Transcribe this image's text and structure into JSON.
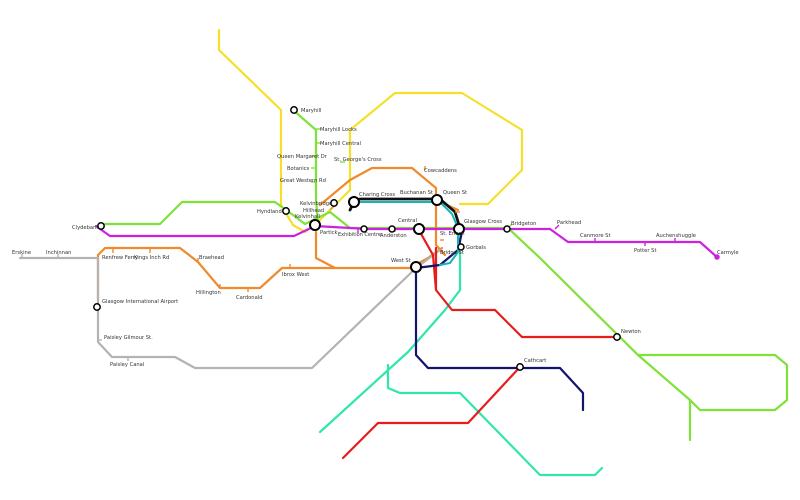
{
  "line_colors": {
    "yellow": "#f4e02a",
    "green": "#7ee23a",
    "orange": "#f08a2c",
    "magenta": "#cc22e0",
    "grey": "#b3b3b3",
    "cyan": "#2ee7a8",
    "red": "#e81c1c",
    "navy": "#12156b",
    "black": "#111111",
    "teal": "#16b3b8"
  },
  "stations": {
    "maryhill": "Maryhill",
    "maryhill_locks": "Maryhill Locks",
    "maryhill_central": "Maryhill Central",
    "queen_margaret_dr": "Queen Margaret Dr",
    "botanics": "Botanics",
    "great_western_rd": "Great Western Rd",
    "st_georges_cross": "St. George's Cross",
    "cowcaddens": "Cowcaddens",
    "charing_cross": "Charing Cross",
    "buchanan_st": "Buchanan St",
    "queen_st": "Queen St",
    "kelvinbridge": "Kelvinbridge",
    "hillhead": "Hillhead",
    "kelvinhall": "Kelvinhall",
    "hyndland": "Hyndland",
    "clydebank": "Clydebank",
    "partick": "Partick",
    "exhibition_centre": "Exhibition Centre",
    "anderston": "Anderston",
    "central": "Central",
    "st_enoch": "St. Enoch",
    "glasgow_cross": "Glasgow Cross",
    "bridgeton": "Bridgeton",
    "parkhead": "Parkhead",
    "canmore_st": "Canmore St",
    "auchenshuggle": "Auchenshuggle",
    "potter_st": "Potter St",
    "carmyle": "Carmyle",
    "gorbals": "Gorbals",
    "bridge_st": "Bridge St",
    "west_st": "West St",
    "ibrox_west": "Ibrox West",
    "erskine": "Erskine",
    "inchinnan": "Inchinnan",
    "renfrew_ferry": "Renfrew Ferry",
    "kings_inch_rd": "Kings Inch Rd",
    "braehead": "Braehead",
    "hillington": "Hillington",
    "cardonald": "Cardonald",
    "glasgow_airport": "Glasgow International Airport",
    "paisley_gilmour_st": "Paisley Gilmour St.",
    "paisley_canal": "Paisley Canal",
    "newton": "Newton",
    "cathcart": "Cathcart"
  }
}
